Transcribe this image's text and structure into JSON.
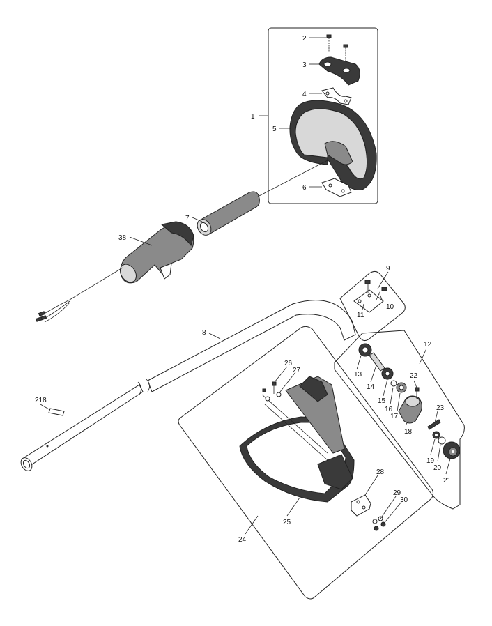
{
  "labels": {
    "p1": "1",
    "p2": "2",
    "p3": "3",
    "p4": "4",
    "p5": "5",
    "p6": "6",
    "p7": "7",
    "p8": "8",
    "p9": "9",
    "p10": "10",
    "p11": "11",
    "p12": "12",
    "p13": "13",
    "p14": "14",
    "p15": "15",
    "p16": "16",
    "p17": "17",
    "p18": "18",
    "p19": "19",
    "p20": "20",
    "p21": "21",
    "p22": "22",
    "p23": "23",
    "p24": "24",
    "p25": "25",
    "p26": "26",
    "p27": "27",
    "p28": "28",
    "p29": "29",
    "p30": "30",
    "p38": "38",
    "p218": "218"
  }
}
